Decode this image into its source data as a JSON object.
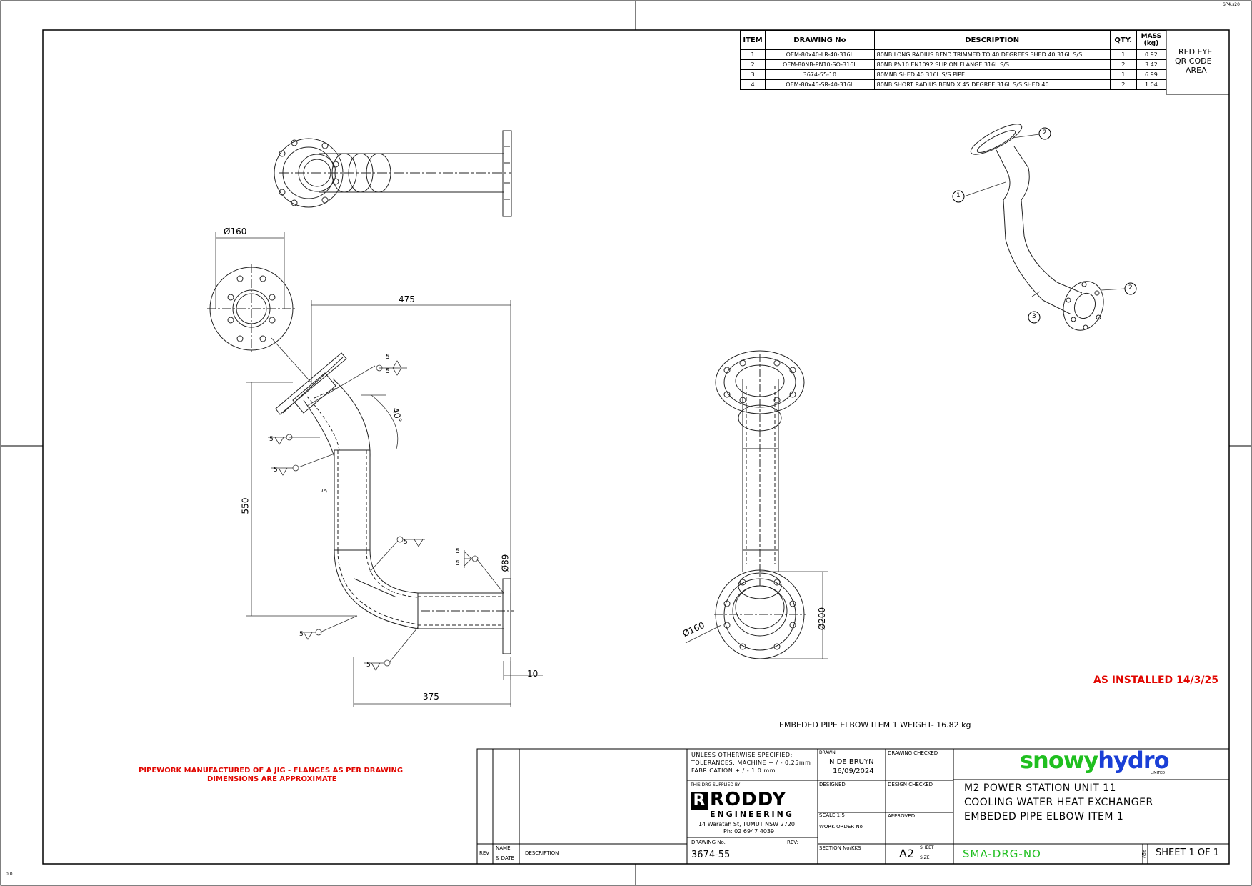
{
  "corner_code": "SP4.s20",
  "origin_label": "0,0",
  "bom": {
    "headers": [
      "ITEM",
      "DRAWING No",
      "DESCRIPTION",
      "QTY.",
      "MASS\n(kg)"
    ],
    "rows": [
      {
        "item": "1",
        "drawing": "OEM-80x40-LR-40-316L",
        "description": "80NB LONG RADIUS BEND TRIMMED TO 40 DEGREES SHED 40 316L S/S",
        "qty": "1",
        "mass": "0.92"
      },
      {
        "item": "2",
        "drawing": "OEM-80NB-PN10-SO-316L",
        "description": "80NB PN10 EN1092 SLIP ON FLANGE 316L S/S",
        "qty": "2",
        "mass": "3.42"
      },
      {
        "item": "3",
        "drawing": "3674-55-10",
        "description": "80MNB SHED 40 316L S/S  PIPE",
        "qty": "1",
        "mass": "6.99"
      },
      {
        "item": "4",
        "drawing": "OEM-80x45-SR-40-316L",
        "description": "80NB SHORT RADIUS BEND  X 45 DEGREE 316L S/S SHED 40",
        "qty": "2",
        "mass": "1.04"
      }
    ]
  },
  "qr_area": [
    "RED EYE",
    "QR CODE",
    "AREA"
  ],
  "dimensions": {
    "d160_top": "Ø160",
    "w475": "475",
    "h550": "550",
    "angle40": "40°",
    "d89": "Ø89",
    "w375": "375",
    "t10": "10",
    "d160_side": "Ø160",
    "d200": "Ø200"
  },
  "weld_labels": [
    "5",
    "5",
    "5",
    "5",
    "5",
    "5",
    "5",
    "5",
    "5",
    "5"
  ],
  "balloons": {
    "b1": "1",
    "b2a": "2",
    "b2b": "2",
    "b3": "3"
  },
  "notes": {
    "as_installed": "AS INSTALLED 14/3/25",
    "weight": "EMBEDED PIPE ELBOW ITEM 1 WEIGHT-   16.82 kg",
    "pipework_line1": "PIPEWORK MANUFACTURED OF A JIG - FLANGES AS PER DRAWING",
    "pipework_line2": "DIMENSIONS ARE APPROXIMATE"
  },
  "title_block": {
    "unless": "UNLESS OTHERWISE SPECIFIED:",
    "tol_machine": "TOLERANCES: MACHINE + / - 0.25mm",
    "tol_fab": "FABRICATION + / - 1.0 mm",
    "drawn_label": "DRAWN",
    "drawn_name": "N DE BRUYN",
    "drawn_date": "16/09/2024",
    "drawing_checked": "DRAWING CHECKED",
    "supplied_by": "THIS DRG SUPPLIED BY",
    "company": "RODDY",
    "company_sub": "ENGINEERING",
    "address": "14 Waratah St, TUMUT NSW 2720",
    "phone": "Ph: 02 6947 4039",
    "designed": "DESIGNED",
    "design_checked": "DESIGN CHECKED",
    "scale": "SCALE   1:5",
    "approved": "APPROVED",
    "work_order": "WORK ORDER No",
    "drawing_no_label": "DRAWING No.",
    "rev_label": "REV:",
    "drawing_no": "3674-55",
    "section": "SECTION No/KKS",
    "size": "A2",
    "sheet_label": "SHEET",
    "size_label": "SIZE",
    "client_snowy": "snowy",
    "client_hydro": "hydro",
    "client_limited": "LIMITED",
    "title1": "M2 POWER STATION UNIT 11",
    "title2": "COOLING WATER HEAT EXCHANGER",
    "title3": "EMBEDED PIPE ELBOW ITEM 1",
    "doc_no": "SMA-DRG-NO",
    "rev_vertical": "REV",
    "sheet": "SHEET 1 OF 1",
    "rev_col": "REV",
    "name_col": "NAME",
    "date_col": "& DATE",
    "desc_col": "DESCRIPTION"
  }
}
